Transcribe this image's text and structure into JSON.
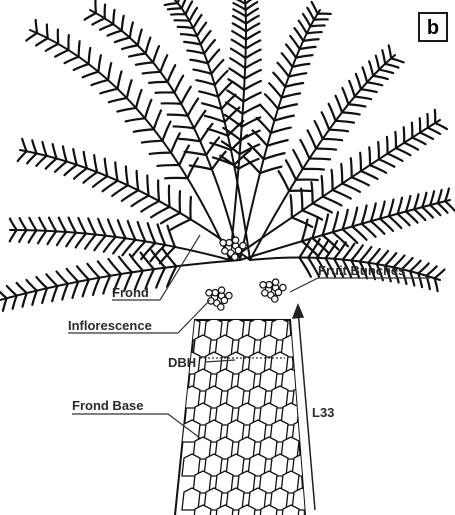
{
  "panel_letter": "b",
  "labels": {
    "frond": "Frond",
    "inflorescence": "Inflorescence",
    "fruit_bunches": "Fruit Bunches",
    "dbh": "DBH",
    "frond_base": "Frond Base",
    "l33": "L33"
  }
}
